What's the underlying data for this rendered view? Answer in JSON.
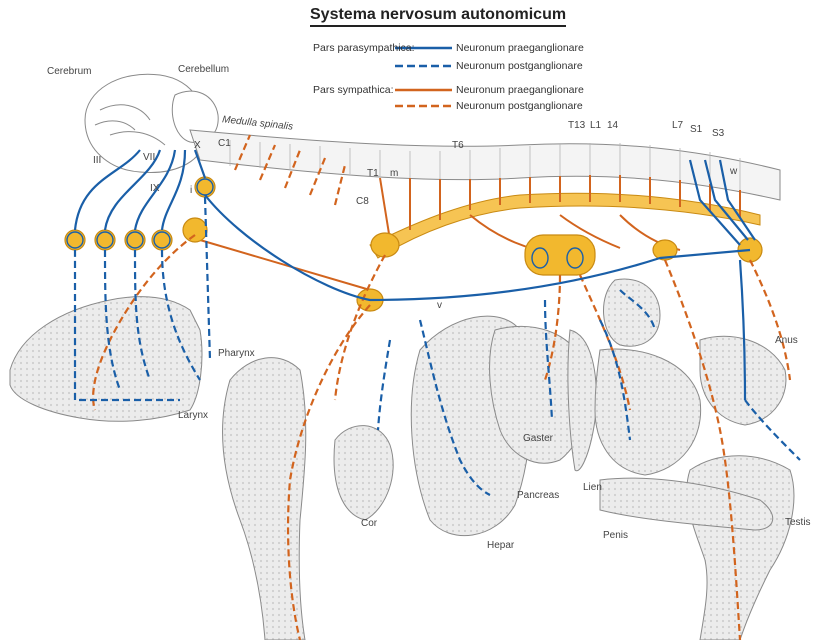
{
  "title": "Systema nervosum autonomicum",
  "legend": {
    "parasympathetic_label": "Pars parasympathica:",
    "sympathetic_label": "Pars sympathica:",
    "items": [
      {
        "text": "Neuronum praeganglionare",
        "color": "#1a5fa8",
        "style": "solid"
      },
      {
        "text": "Neuronum postganglionare",
        "color": "#1a5fa8",
        "style": "dashed"
      },
      {
        "text": "Neuronum praeganglionare",
        "color": "#d2641e",
        "style": "solid"
      },
      {
        "text": "Neuronum postganglionare",
        "color": "#d2641e",
        "style": "dashed"
      }
    ]
  },
  "colors": {
    "parasympathetic": "#1a5fa8",
    "sympathetic": "#d2641e",
    "ganglion_fill": "#f2b82e",
    "ganglion_stroke": "#c98a12",
    "chain_fill": "#f6c453",
    "outline": "#8a8a8a",
    "organ_fill": "#e7e7e7"
  },
  "labels": {
    "cerebrum": "Cerebrum",
    "cerebellum": "Cerebellum",
    "medulla": "Medulla spinalis",
    "c1": "C1",
    "c8": "C8",
    "t1": "T1",
    "m": "m",
    "t6": "T6",
    "t13": "T13",
    "l1": "L1",
    "l4": "14",
    "l7": "L7",
    "s1": "S1",
    "s3": "S3",
    "w": "w",
    "iii": "III",
    "vii": "VII",
    "ix": "IX",
    "x": "X",
    "i": "i",
    "v": "v",
    "pharynx": "Pharynx",
    "larynx": "Larynx",
    "cor": "Cor",
    "hepar": "Hepar",
    "gaster": "Gaster",
    "pancreas": "Pancreas",
    "lien": "Lien",
    "penis": "Penis",
    "testis": "Testis",
    "anus": "Anus"
  }
}
